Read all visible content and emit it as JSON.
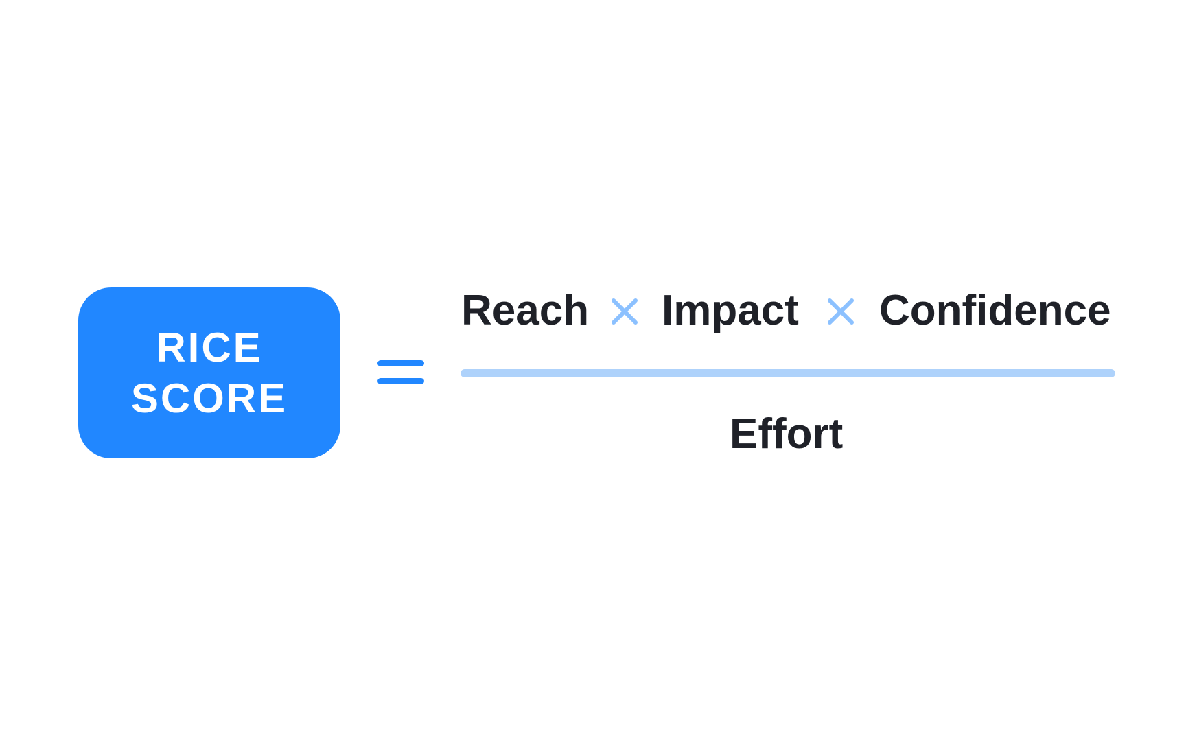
{
  "score_box": {
    "line1": "RICE",
    "line2": "SCORE"
  },
  "numerator": {
    "terms": [
      "Reach",
      "Impact",
      "Confidence"
    ],
    "operator_icon": "times-icon"
  },
  "denominator": {
    "term": "Effort"
  },
  "colors": {
    "accent": "#2187ff",
    "operator": "#8cc1ff",
    "fraction_bar": "#aed2fb",
    "text": "#1f2128",
    "background": "#ffffff"
  }
}
